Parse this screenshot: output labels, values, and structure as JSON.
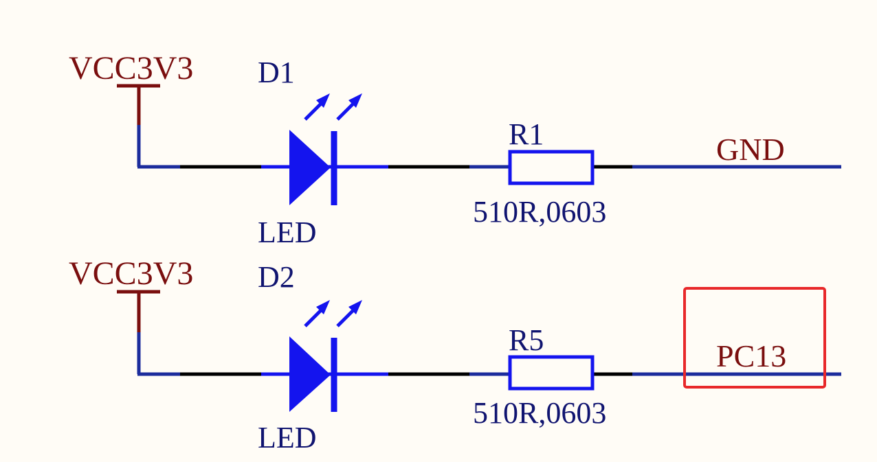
{
  "colors": {
    "background": "#fffcf6",
    "power_symbol": "#7a0e0e",
    "pin": "#1c2c9c",
    "wire": "#000000",
    "component": "#1414ee",
    "label_text": "#101470",
    "net_text": "#7a0e0e",
    "highlight": "#e8282a"
  },
  "icons": {
    "power_port": "power-port-bar-icon",
    "led": "led-diode-icon",
    "resistor": "resistor-box-icon"
  },
  "circuits": [
    {
      "power": "VCC3V3",
      "led_designator": "D1",
      "led_value": "LED",
      "resistor_designator": "R1",
      "resistor_value": "510R,0603",
      "net": "GND",
      "net_highlighted": false
    },
    {
      "power": "VCC3V3",
      "led_designator": "D2",
      "led_value": "LED",
      "resistor_designator": "R5",
      "resistor_value": "510R,0603",
      "net": "PC13",
      "net_highlighted": true
    }
  ]
}
